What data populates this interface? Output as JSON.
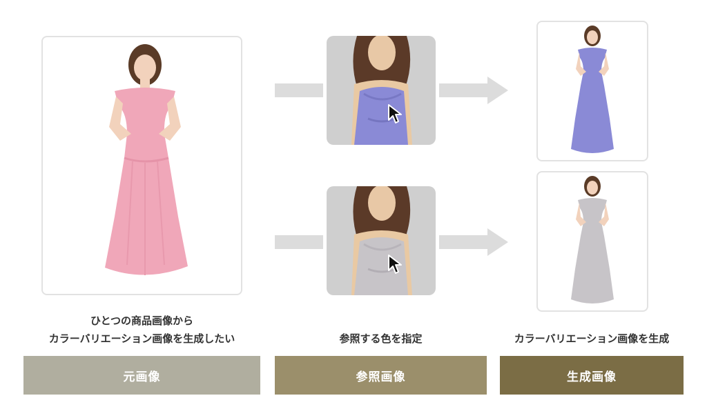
{
  "captions": {
    "original_line1": "ひとつの商品画像から",
    "original_line2": "カラーバリエーション画像を生成したい",
    "reference": "参照する色を指定",
    "generated": "カラーバリエーション画像を生成"
  },
  "labels": {
    "original": "元画像",
    "reference": "参照画像",
    "generated": "生成画像"
  },
  "colors": {
    "label_original": "#b0ae9f",
    "label_reference": "#9b8f6b",
    "label_generated": "#7b6d45",
    "dress_pink": "#f0a7b9",
    "dress_purple": "#8a8ad6",
    "dress_gray": "#c7c4c8",
    "arrow": "#dcdcdc"
  },
  "icons": [
    "arrow-right-icon",
    "cursor-icon"
  ]
}
